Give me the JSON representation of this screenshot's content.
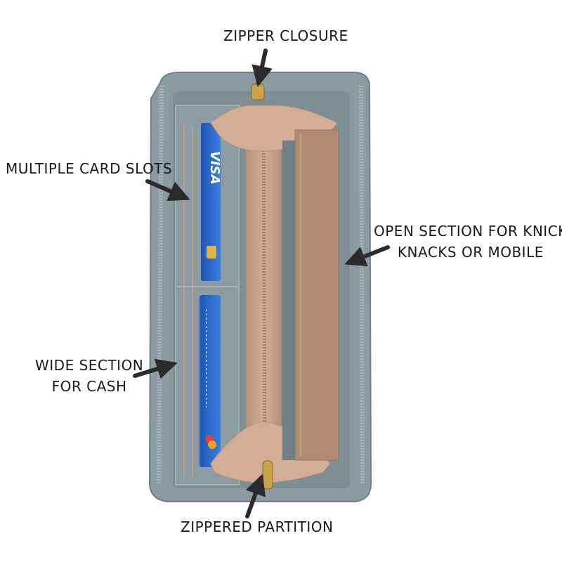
{
  "labels": {
    "zipper_closure": "ZIPPER CLOSURE",
    "card_slots": "MULTIPLE CARD SLOTS",
    "open_section_line1": "OPEN SECTION FOR KNICK",
    "open_section_line2": "KNACKS OR MOBILE",
    "wide_section_line1": "WIDE SECTION",
    "wide_section_line2": "FOR CASH",
    "zippered_partition": "ZIPPERED PARTITION"
  },
  "cards": {
    "top_brand": "VISA"
  },
  "colors": {
    "wallet_exterior": "#8a9ba2",
    "wallet_interior": "#7d8e95",
    "lining": "#c79f86",
    "card_blue": "#2a66c8",
    "zipper_gold": "#c9a24a",
    "arrow": "#2b2b2b"
  }
}
